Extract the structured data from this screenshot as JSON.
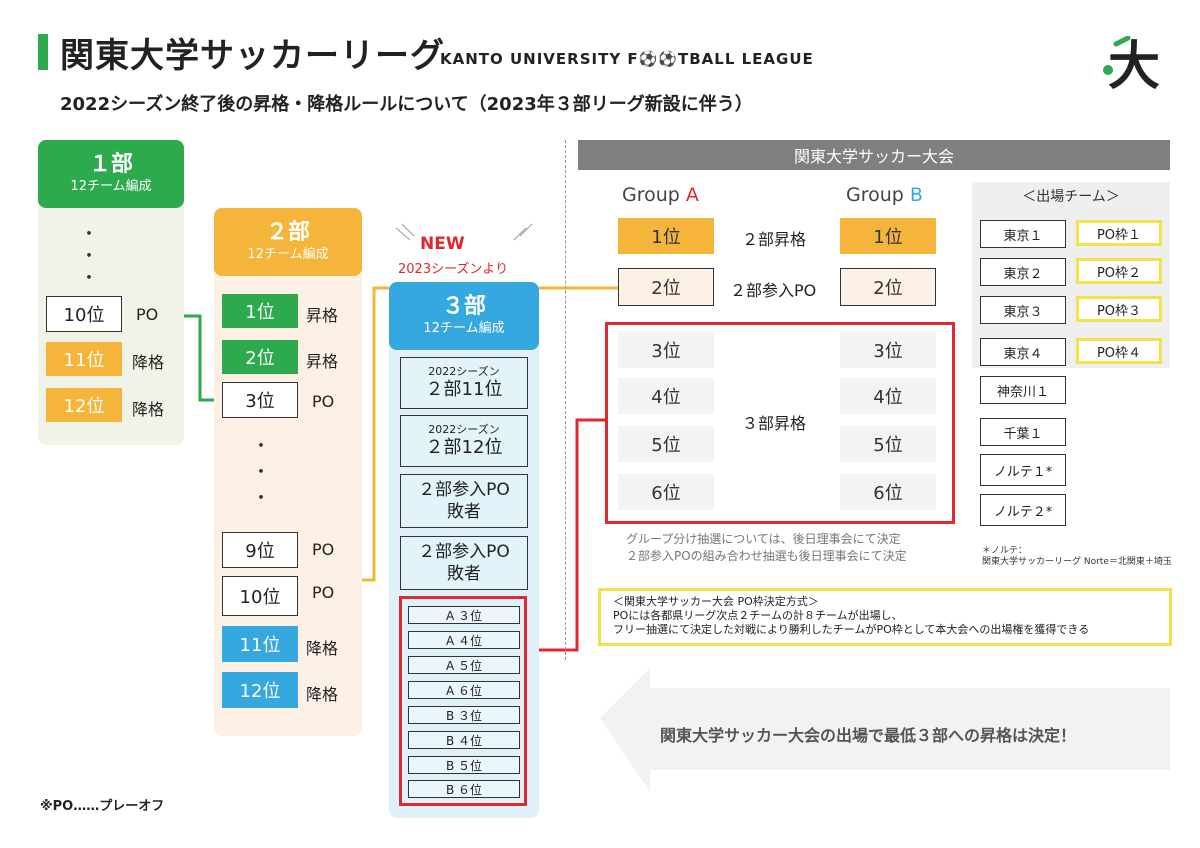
{
  "header": {
    "title_jp": "関東大学サッカーリーグ",
    "title_en": "KANTO UNIVERSITY F⚽⚽TBALL LEAGUE",
    "subtitle": "2022シーズン終了後の昇格・降格ルールについて（2023年３部リーグ新設に伴う）",
    "logo_char": "大"
  },
  "div1": {
    "name": "１部",
    "teams": "12チーム編成",
    "rows": [
      {
        "rank": "10位",
        "label": "PO",
        "color": "white"
      },
      {
        "rank": "11位",
        "label": "降格",
        "color": "orange"
      },
      {
        "rank": "12位",
        "label": "降格",
        "color": "orange"
      }
    ]
  },
  "div2": {
    "name": "２部",
    "teams": "12チーム編成",
    "rows_top": [
      {
        "rank": "1位",
        "label": "昇格",
        "color": "green"
      },
      {
        "rank": "2位",
        "label": "昇格",
        "color": "green"
      },
      {
        "rank": "3位",
        "label": "PO",
        "color": "white"
      }
    ],
    "rows_bottom": [
      {
        "rank": "9位",
        "label": "PO",
        "color": "white"
      },
      {
        "rank": "10位",
        "label": "PO",
        "color": "white"
      },
      {
        "rank": "11位",
        "label": "降格",
        "color": "blue"
      },
      {
        "rank": "12位",
        "label": "降格",
        "color": "blue"
      }
    ]
  },
  "div3": {
    "new_label": "NEW",
    "new_sub": "2023シーズンより",
    "name": "３部",
    "teams": "12チーム編成",
    "box1_small": "2022シーズン",
    "box1_big": "２部11位",
    "box2_small": "2022シーズン",
    "box2_big": "２部12位",
    "box3_line1": "２部参入PO",
    "box3_line2": "敗者",
    "box4_line1": "２部参入PO",
    "box4_line2": "敗者",
    "slots": [
      "A ３位",
      "A ４位",
      "A ５位",
      "A ６位",
      "B ３位",
      "B ４位",
      "B ５位",
      "B ６位"
    ]
  },
  "tournament": {
    "banner": "関東大学サッカー大会",
    "group_a_prefix": "Group ",
    "group_a_letter": "A",
    "group_b_prefix": "Group ",
    "group_b_letter": "B",
    "row1_rank": "1位",
    "row1_label": "２部昇格",
    "row2_rank": "2位",
    "row2_label": "２部参入PO",
    "ranks": [
      "3位",
      "4位",
      "5位",
      "6位"
    ],
    "promote3_label": "３部昇格",
    "note1": "グループ分け抽選については、後日理事会にて決定",
    "note2": "２部参入POの組み合わせ抽選も後日理事会にて決定"
  },
  "teams_panel": {
    "title": "＜出場チーム＞",
    "teams": [
      "東京１",
      "東京２",
      "東京３",
      "東京４",
      "神奈川１",
      "千葉１",
      "ノルテ１*",
      "ノルテ２*"
    ],
    "po_slots": [
      "PO枠１",
      "PO枠２",
      "PO枠３",
      "PO枠４"
    ],
    "footnote1": "＊ノルテ：",
    "footnote2": "関東大学サッカーリーグ Norte＝北関東＋埼玉"
  },
  "po_method": {
    "title": "＜関東大学サッカー大会 PO枠決定方式＞",
    "line1": "POには各都県リーグ次点２チームの計８チームが出場し、",
    "line2": "フリー抽選にて決定した対戦により勝利したチームがPO枠として本大会への出場権を獲得できる"
  },
  "arrow_message": "関東大学サッカー大会の出場で最低３部への昇格は決定！",
  "footer_note": "※PO……プレーオフ",
  "colors": {
    "green": "#2eaa4e",
    "orange": "#f5b43a",
    "blue": "#35a8e0",
    "red": "#e0282e",
    "yellow": "#f2e34a",
    "grey": "#7f7f7f"
  }
}
